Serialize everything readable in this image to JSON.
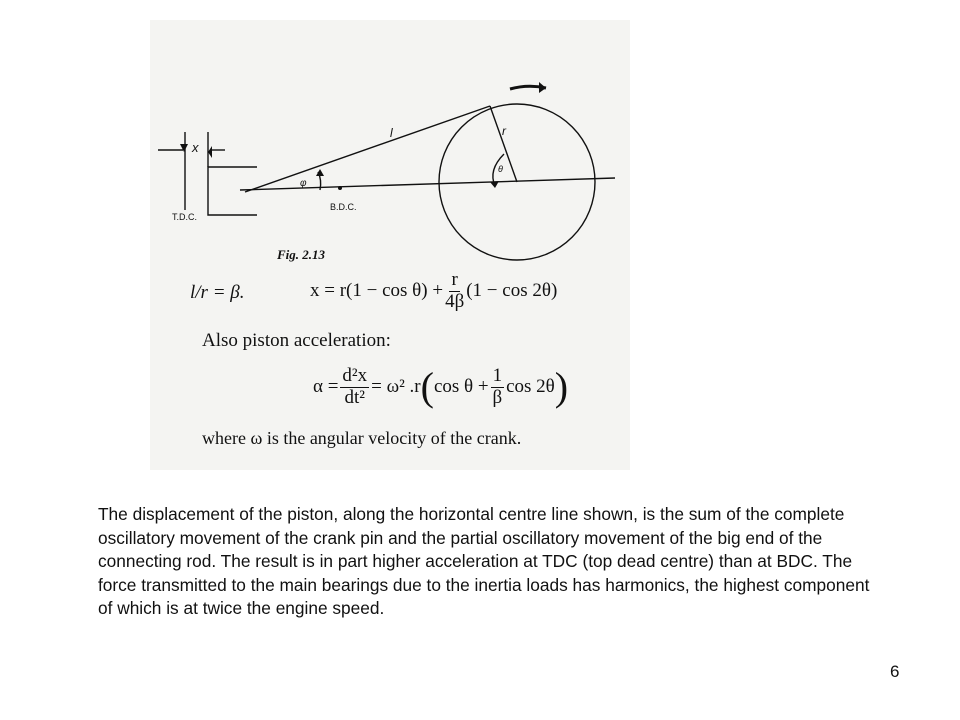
{
  "figure": {
    "label_x": "x",
    "label_l": "l",
    "label_r": "r",
    "label_theta": "θ",
    "label_phi": "φ",
    "label_tdc": "T.D.C.",
    "label_bdc": "B.D.C.",
    "caption": "Fig. 2.13"
  },
  "equations": {
    "beta_def": "l/r = β.",
    "x_lhs": "x = r(1 − cos θ) +",
    "x_frac_num": "r",
    "x_frac_den": "4β",
    "x_tail": "(1 − cos 2θ)",
    "accel_intro": "Also piston acceleration:",
    "alpha_lhs": "α =",
    "alpha_frac_num": "d²x",
    "alpha_frac_den": "dt²",
    "alpha_mid": "= ω² .r",
    "alpha_cos": "cos θ +",
    "alpha_frac2_num": "1",
    "alpha_frac2_den": "β",
    "alpha_cos2": "cos 2θ",
    "omega_note": "where ω is the angular velocity of the crank."
  },
  "body_text": "The displacement of the piston, along the horizontal centre line shown, is the sum of the complete oscillatory movement of the crank pin and the partial oscillatory movement of the big end of the connecting rod. The result is in part higher acceleration at TDC (top dead centre) than at BDC. The force transmitted to the main bearings due to the inertia loads has harmonics, the highest component of which is at twice the engine speed.",
  "slide_number": "6"
}
